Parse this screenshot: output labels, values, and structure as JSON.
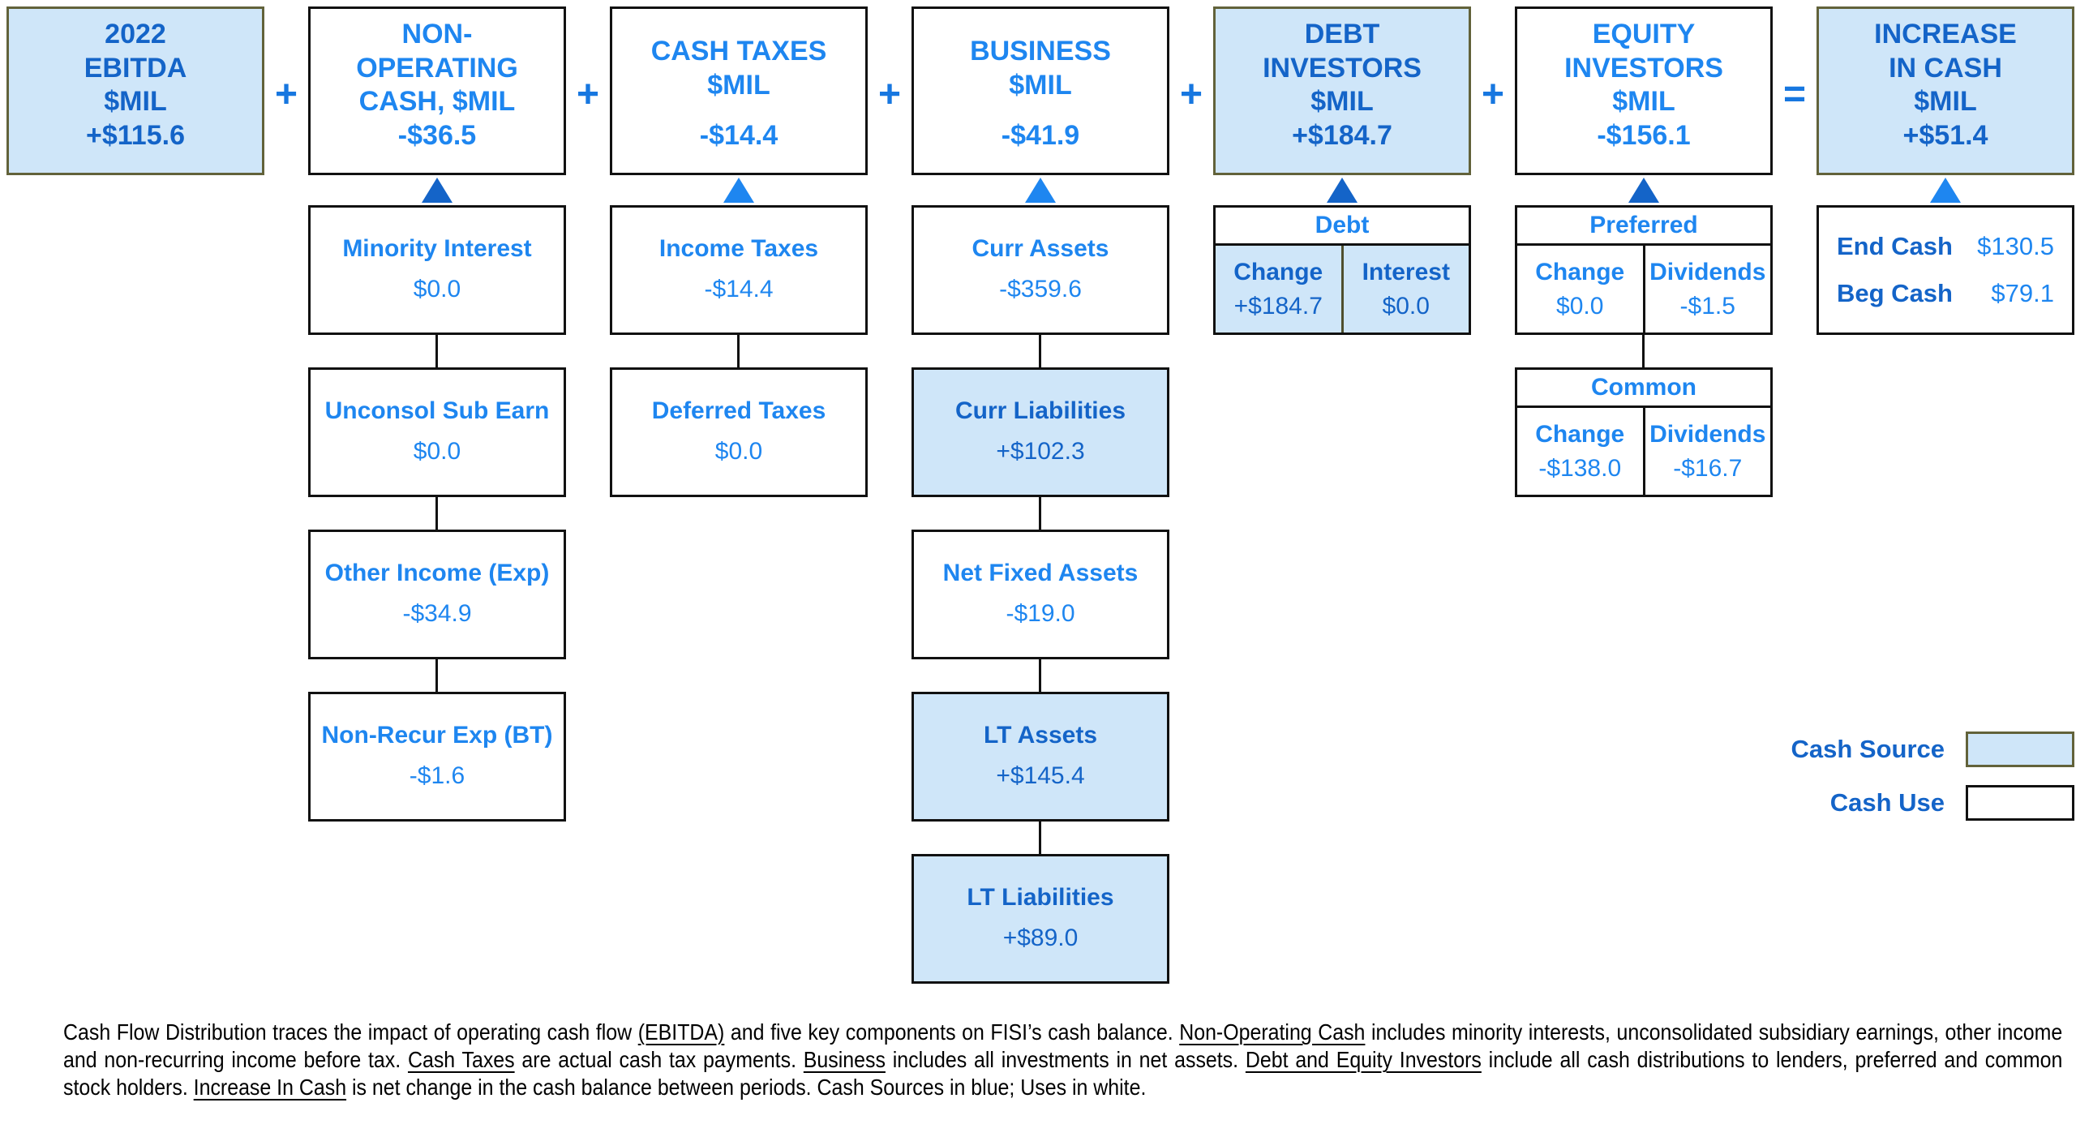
{
  "colors": {
    "fill_blue": "#cfe6f9",
    "border_olive": "#62623a",
    "accent_bright": "#1e86f0",
    "accent_dark": "#1464c8",
    "operator": "#1777e0"
  },
  "operators": {
    "plus": "+",
    "equals": "="
  },
  "columns": [
    {
      "id": "ebitda",
      "title": "2022\nEBITDA\n$MIL",
      "value": "+$115.6",
      "filled": true
    },
    {
      "id": "non_operating_cash",
      "title": "NON-\nOPERATING\nCASH, $MIL",
      "value": "-$36.5",
      "filled": false,
      "subs": [
        {
          "label": "Minority Interest",
          "value": "$0.0"
        },
        {
          "label": "Unconsol Sub Earn",
          "value": "$0.0"
        },
        {
          "label": "Other Income (Exp)",
          "value": "-$34.9"
        },
        {
          "label": "Non-Recur Exp (BT)",
          "value": "-$1.6"
        }
      ]
    },
    {
      "id": "cash_taxes",
      "title": "CASH TAXES\n$MIL",
      "value": "-$14.4",
      "filled": false,
      "subs": [
        {
          "label": "Income Taxes",
          "value": "-$14.4"
        },
        {
          "label": "Deferred Taxes",
          "value": "$0.0"
        }
      ]
    },
    {
      "id": "business",
      "title": "BUSINESS\n$MIL",
      "value": "-$41.9",
      "filled": false,
      "subs": [
        {
          "label": "Curr Assets",
          "value": "-$359.6"
        },
        {
          "label": "Curr Liabilities",
          "value": "+$102.3"
        },
        {
          "label": "Net Fixed Assets",
          "value": "-$19.0"
        },
        {
          "label": "LT Assets",
          "value": "+$145.4"
        },
        {
          "label": "LT Liabilities",
          "value": "+$89.0"
        }
      ]
    },
    {
      "id": "debt_investors",
      "title": "DEBT\nINVESTORS\n$MIL",
      "value": "+$184.7",
      "filled": true,
      "table": {
        "header": "Debt",
        "cells": [
          {
            "label": "Change",
            "value": "+$184.7"
          },
          {
            "label": "Interest",
            "value": "$0.0"
          }
        ]
      }
    },
    {
      "id": "equity_investors",
      "title": "EQUITY\nINVESTORS\n$MIL",
      "value": "-$156.1",
      "filled": false,
      "tables": [
        {
          "header": "Preferred",
          "cells": [
            {
              "label": "Change",
              "value": "$0.0"
            },
            {
              "label": "Dividends",
              "value": "-$1.5"
            }
          ]
        },
        {
          "header": "Common",
          "cells": [
            {
              "label": "Change",
              "value": "-$138.0"
            },
            {
              "label": "Dividends",
              "value": "-$16.7"
            }
          ]
        }
      ]
    },
    {
      "id": "increase_in_cash",
      "title": "INCREASE\nIN CASH\n$MIL",
      "value": "+$51.4",
      "filled": true,
      "cash_rows": [
        {
          "label": "End Cash",
          "value": "$130.5"
        },
        {
          "label": "Beg Cash",
          "value": "$79.1"
        }
      ]
    }
  ],
  "legend": {
    "source_label": "Cash Source",
    "use_label": "Cash Use"
  },
  "footnote": {
    "segments": [
      {
        "text": "Cash Flow Distribution traces the impact of operating cash flow ",
        "underline": false
      },
      {
        "text": "(EBITDA)",
        "underline": true
      },
      {
        "text": " and five key components on FISI’s cash balance. ",
        "underline": false
      },
      {
        "text": "Non-Operating Cash",
        "underline": true
      },
      {
        "text": " includes minority interests, unconsolidated subsidiary earnings, other income and non-recurring income before tax. ",
        "underline": false
      },
      {
        "text": "Cash Taxes",
        "underline": true
      },
      {
        "text": " are actual cash tax payments. ",
        "underline": false
      },
      {
        "text": "Business",
        "underline": true
      },
      {
        "text": " includes all investments in net assets. ",
        "underline": false
      },
      {
        "text": "Debt and Equity Investors",
        "underline": true
      },
      {
        "text": " include all cash distributions to lenders, preferred and common stock holders. ",
        "underline": false
      },
      {
        "text": "Increase In Cash",
        "underline": true
      },
      {
        "text": " is net change in the cash balance between periods. Cash Sources in blue; Uses in white.",
        "underline": false
      }
    ]
  }
}
